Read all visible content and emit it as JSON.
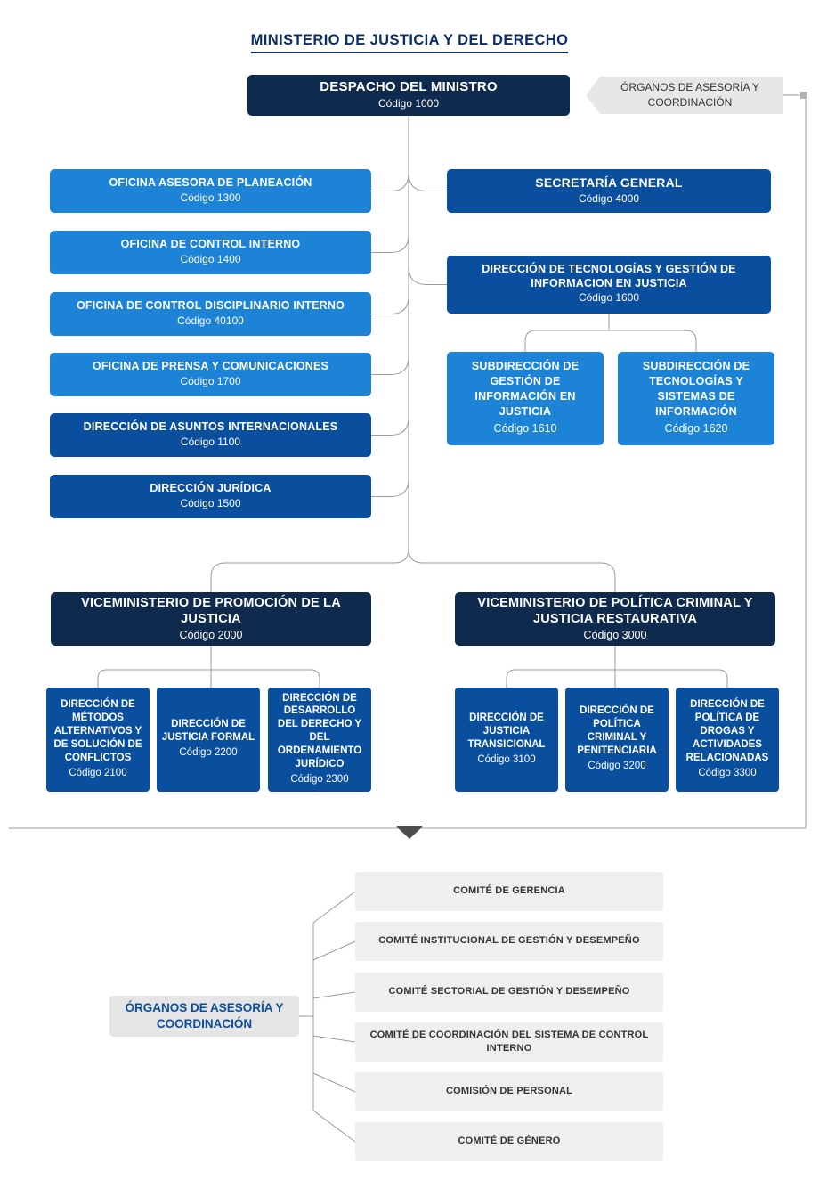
{
  "page": {
    "title": "MINISTERIO DE JUSTICIA Y DEL DERECHO"
  },
  "colors": {
    "navy": "#0e2a4d",
    "blue": "#0a4f9d",
    "light_blue": "#1d83d6",
    "box_gray": "#efefef",
    "line_gray": "#9b9b9b",
    "title_blue": "#0d2e66"
  },
  "icons": {
    "continuation_arrow": "▼"
  },
  "top": {
    "despacho": {
      "title": "DESPACHO DEL MINISTRO",
      "code": "Código 1000"
    },
    "organos_tag": "ÓRGANOS DE ASESORÍA Y COORDINACIÓN"
  },
  "left_column": [
    {
      "title": "OFICINA ASESORA DE PLANEACIÓN",
      "code": "Código 1300"
    },
    {
      "title": "OFICINA DE CONTROL INTERNO",
      "code": "Código 1400"
    },
    {
      "title": "OFICINA DE CONTROL DISCIPLINARIO INTERNO",
      "code": "Código 40100"
    },
    {
      "title": "OFICINA DE PRENSA Y COMUNICACIONES",
      "code": "Código 1700"
    },
    {
      "title": "DIRECCIÓN DE ASUNTOS INTERNACIONALES",
      "code": "Código 1100"
    },
    {
      "title": "DIRECCIÓN JURÍDICA",
      "code": "Código 1500"
    }
  ],
  "right_column": {
    "secretaria": {
      "title": "SECRETARÍA GENERAL",
      "code": "Código 4000"
    },
    "tecnologias": {
      "title": "DIRECCIÓN DE TECNOLOGÍAS Y GESTIÓN DE INFORMACION EN JUSTICIA",
      "code": "Código 1600"
    },
    "sub1": {
      "title": "SUBDIRECCIÓN DE GESTIÓN DE INFORMACIÓN EN JUSTICIA",
      "code": "Código 1610"
    },
    "sub2": {
      "title": "SUBDIRECCIÓN DE TECNOLOGÍAS Y SISTEMAS DE INFORMACIÓN",
      "code": "Código 1620"
    }
  },
  "viceministerios": [
    {
      "title": "VICEMINISTERIO DE PROMOCIÓN DE LA JUSTICIA",
      "code": "Código 2000",
      "children": [
        {
          "title": "DIRECCIÓN DE MÉTODOS ALTERNATIVOS Y DE SOLUCIÓN DE CONFLICTOS",
          "code": "Código 2100"
        },
        {
          "title": "DIRECCIÓN DE JUSTICIA FORMAL",
          "code": "Código 2200"
        },
        {
          "title": "DIRECCIÓN DE DESARROLLO DEL DERECHO Y DEL ORDENAMIENTO JURÍDICO",
          "code": "Código 2300"
        }
      ]
    },
    {
      "title": "VICEMINISTERIO DE POLÍTICA CRIMINAL Y JUSTICIA RESTAURATIVA",
      "code": "Código 3000",
      "children": [
        {
          "title": "DIRECCIÓN DE JUSTICIA TRANSICIONAL",
          "code": "Código 3100"
        },
        {
          "title": "DIRECCIÓN DE POLÍTICA CRIMINAL Y PENITENCIARIA",
          "code": "Código 3200"
        },
        {
          "title": "DIRECCIÓN DE POLÍTICA DE DROGAS Y ACTIVIDADES RELACIONADAS",
          "code": "Código 3300"
        }
      ]
    }
  ],
  "bottom": {
    "label": "ÓRGANOS DE ASESORÍA Y COORDINACIÓN",
    "committees": [
      "COMITÉ DE GERENCIA",
      "COMITÉ INSTITUCIONAL DE GESTIÓN Y DESEMPEÑO",
      "COMITÉ SECTORIAL DE GESTIÓN Y DESEMPEÑO",
      "COMITÉ DE COORDINACIÓN DEL SISTEMA DE CONTROL INTERNO",
      "COMISIÓN DE PERSONAL",
      "COMITÉ DE GÉNERO"
    ]
  }
}
